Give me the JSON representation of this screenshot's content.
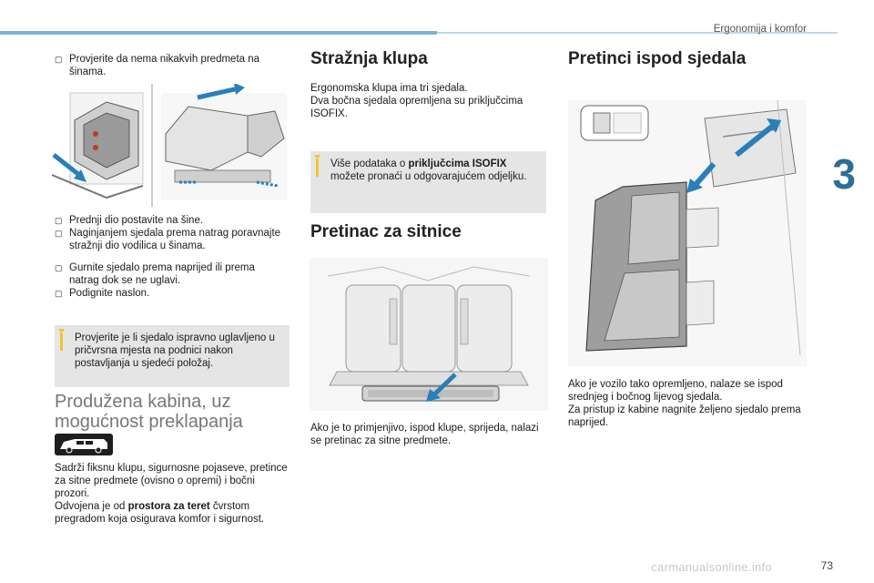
{
  "header": {
    "section": "Ergonomija i komfor",
    "chapter": "3",
    "page": "73"
  },
  "watermark": "carmanualsonline.info",
  "left": {
    "b1": "Provjerite da nema nikakvih predmeta na šinama.",
    "b2": "Prednji dio postavite na šine.",
    "b3": "Naginjanjem sjedala prema natrag poravnajte stražnji dio vodilica u šinama.",
    "b4": "Gurnite sjedalo prema naprijed ili prema natrag dok se ne uglavi.",
    "b5": "Podignite naslon.",
    "info": "Provjerite je li sjedalo ispravno uglavljeno u pričvrsna mjesta na podnici nakon postavljanja u sjedeći položaj.",
    "heading": "Produžena kabina, uz mogućnost preklapanja",
    "p1": "Sadrži fiksnu klupu, sigurnosne pojaseve, pretince za sitne predmete (ovisno o opremi) i bočni prozori.",
    "p2a": "Odvojena je od ",
    "p2b": "prostora za teret",
    "p2c": " čvrstom pregradom koja osigurava komfor i sigurnost."
  },
  "middle": {
    "h1": "Stražnja klupa",
    "p1": "Ergonomska klupa ima tri sjedala.",
    "p2": "Dva bočna sjedala opremljena su priključcima ISOFIX.",
    "info_a": "Više podataka o ",
    "info_b": "priključcima ISOFIX",
    "info_c": " možete pronaći u odgovarajućem odjeljku.",
    "h2": "Pretinac za sitnice",
    "p3": "Ako je to primjenjivo, ispod klupe, sprijeda, nalazi se pretinac za sitne predmete."
  },
  "right": {
    "h1": "Pretinci ispod sjedala",
    "p1": "Ako je vozilo tako opremljeno, nalaze se ispod srednjeg i bočnog lijevog sjedala.",
    "p2": "Za pristup iz kabine nagnite željeno sjedalo prema naprijed."
  },
  "colors": {
    "accent_blue": "#2f6e97",
    "arrow_blue": "#2b7fb8",
    "info_bg": "#e5e5e5",
    "info_yellow": "#f2c430"
  }
}
